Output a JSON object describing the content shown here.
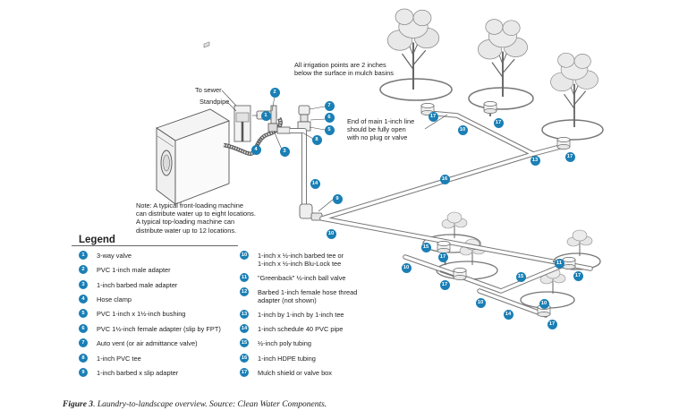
{
  "diagram": {
    "labels": {
      "to_sewer": "To sewer",
      "standpipe": "Standpipe",
      "irrigation_note": [
        "All irrigation points are 2 inches",
        "below the surface in mulch basins"
      ],
      "end_note": [
        "End of main 1-inch line",
        "should be fully open",
        "with no plug or valve"
      ],
      "machine_note": [
        "Note: A typical front-loading machine",
        "can distribute water up to eight locations.",
        "A typical top-loading machine can",
        "distribute water up to 12 locations."
      ]
    },
    "callouts": [
      {
        "num": "2"
      },
      {
        "num": "1"
      },
      {
        "num": "4"
      },
      {
        "num": "3"
      },
      {
        "num": "7"
      },
      {
        "num": "6"
      },
      {
        "num": "5"
      },
      {
        "num": "8"
      },
      {
        "num": "14"
      },
      {
        "num": "9"
      },
      {
        "num": "10"
      },
      {
        "num": "17"
      },
      {
        "num": "10"
      },
      {
        "num": "17"
      },
      {
        "num": "13"
      },
      {
        "num": "17"
      },
      {
        "num": "16"
      },
      {
        "num": "15"
      },
      {
        "num": "17"
      },
      {
        "num": "10"
      },
      {
        "num": "17"
      },
      {
        "num": "10"
      },
      {
        "num": "15"
      },
      {
        "num": "11"
      },
      {
        "num": "17"
      },
      {
        "num": "10"
      },
      {
        "num": "14"
      },
      {
        "num": "17"
      }
    ]
  },
  "legend": {
    "title": "Legend",
    "left": [
      {
        "num": "1",
        "lines": [
          "3-way valve"
        ]
      },
      {
        "num": "2",
        "lines": [
          "PVC 1-inch male adapter"
        ]
      },
      {
        "num": "3",
        "lines": [
          "1-inch barbed male adapter"
        ]
      },
      {
        "num": "4",
        "lines": [
          "Hose clamp"
        ]
      },
      {
        "num": "5",
        "lines": [
          "PVC 1-inch x 1½-inch bushing"
        ]
      },
      {
        "num": "6",
        "lines": [
          "PVC 1½-inch female adapter (slip by FPT)"
        ]
      },
      {
        "num": "7",
        "lines": [
          "Auto vent (or air admittance valve)"
        ]
      },
      {
        "num": "8",
        "lines": [
          "1-inch PVC tee"
        ]
      },
      {
        "num": "9",
        "lines": [
          "1-inch barbed x slip adapter"
        ]
      }
    ],
    "right": [
      {
        "num": "10",
        "lines": [
          "1-inch x ½-inch barbed tee or",
          "1-inch x ½-inch Blu-Lock tee"
        ]
      },
      {
        "num": "11",
        "lines": [
          "\"Greenback\" ½-inch ball valve"
        ]
      },
      {
        "num": "12",
        "lines": [
          "Barbed 1-inch female hose thread",
          "adapter (not shown)"
        ]
      },
      {
        "num": "13",
        "lines": [
          "1-inch by 1-inch by 1-inch tee"
        ]
      },
      {
        "num": "14",
        "lines": [
          "1-inch schedule 40 PVC pipe"
        ]
      },
      {
        "num": "15",
        "lines": [
          "½-inch poly tubing"
        ]
      },
      {
        "num": "16",
        "lines": [
          "1-inch HDPE tubing"
        ]
      },
      {
        "num": "17",
        "lines": [
          "Mulch shield or valve box"
        ]
      }
    ]
  },
  "caption": {
    "prefix": "Figure 3",
    "text": ". Laundry-to-landscape overview. Source: Clean Water Components."
  },
  "colors": {
    "callout": "#1a7fb5",
    "pipe_outline": "#7a7a7a",
    "line_art": "#555555"
  }
}
